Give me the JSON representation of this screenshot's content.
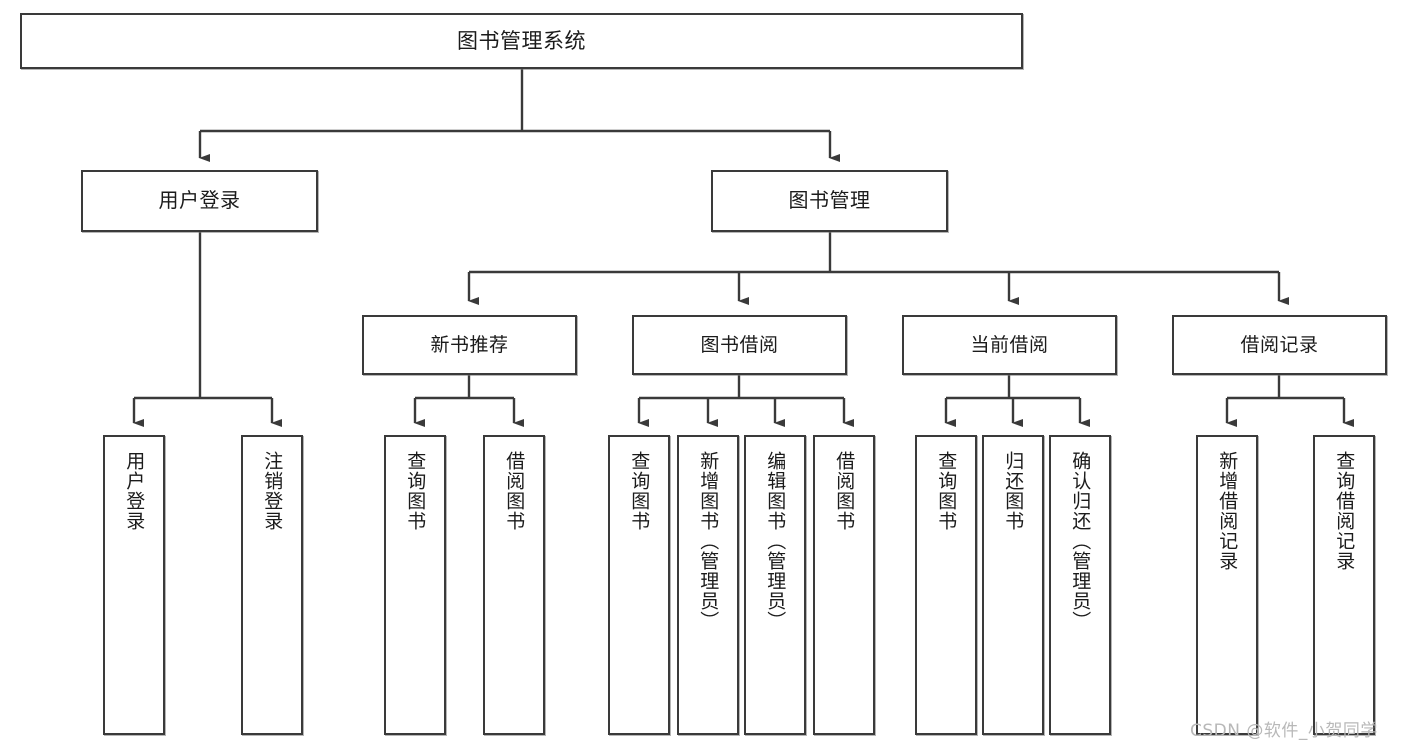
{
  "diagram": {
    "title_node": {
      "label": "图书管理系统"
    },
    "level2": [
      {
        "id": "user-login",
        "label": "用户登录"
      },
      {
        "id": "book-management",
        "label": "图书管理"
      }
    ],
    "level3": [
      {
        "id": "new-book-recommend",
        "label": "新书推荐"
      },
      {
        "id": "book-borrow",
        "label": "图书借阅"
      },
      {
        "id": "current-borrow",
        "label": "当前借阅"
      },
      {
        "id": "borrow-record",
        "label": "借阅记录"
      }
    ],
    "leaves": {
      "user_login": [
        {
          "id": "leaf-user-login",
          "label": "用户登录"
        },
        {
          "id": "leaf-logout-login",
          "label": "注销登录"
        }
      ],
      "new_book_recommend": [
        {
          "id": "leaf-query-book-1",
          "label": "查询图书"
        },
        {
          "id": "leaf-borrow-book-1",
          "label": "借阅图书"
        }
      ],
      "book_borrow": [
        {
          "id": "leaf-query-book-2",
          "label": "查询图书"
        },
        {
          "id": "leaf-add-book",
          "label": "新增图书（管理员）"
        },
        {
          "id": "leaf-edit-book",
          "label": "编辑图书（管理员）"
        },
        {
          "id": "leaf-borrow-book-2",
          "label": "借阅图书"
        }
      ],
      "current_borrow": [
        {
          "id": "leaf-query-book-3",
          "label": "查询图书"
        },
        {
          "id": "leaf-return-book",
          "label": "归还图书"
        },
        {
          "id": "leaf-confirm-return",
          "label": "确认归还（管理员）"
        }
      ],
      "borrow_record": [
        {
          "id": "leaf-add-borrow-record",
          "label": "新增借阅记录"
        },
        {
          "id": "leaf-query-borrow-record",
          "label": "查询借阅记录"
        }
      ]
    },
    "watermark": {
      "text": "CSDN @软件_小贺同学"
    },
    "colors": {
      "border": "#3a3a3a",
      "text": "#1b1b1b",
      "background": "#ffffff",
      "watermark": "#b8b8b8"
    }
  }
}
